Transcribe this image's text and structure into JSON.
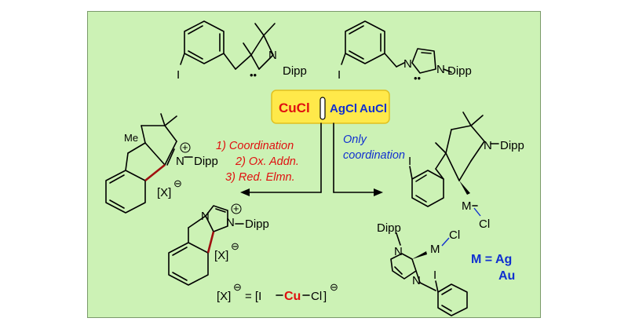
{
  "reagents": {
    "cu": "CuCl",
    "ag": "AgCl",
    "au": "AuCl"
  },
  "steps_cu": [
    "1) Coordination",
    "2) Ox. Addn.",
    "3) Red. Elmn."
  ],
  "steps_agau": [
    "Only",
    "coordination"
  ],
  "labels": {
    "dipp": "Dipp",
    "iodo": "I",
    "nitrogen": "N",
    "plus": "+",
    "carbene_dots": "••",
    "metal": "M",
    "chloride": "Cl",
    "anion": "[X]",
    "anion_charge": "⊖",
    "metal_def": "M = Ag",
    "metal_au": "Au",
    "eq_left": "[X]",
    "eq_equals": "= [I",
    "eq_cu": "Cu",
    "eq_cl": "Cl",
    "eq_right": "]"
  },
  "colors": {
    "panel": "#ccf2b5",
    "reagent_box": "#ffe94a",
    "cu_red": "#e01010",
    "ag_blue": "#1030d0"
  }
}
